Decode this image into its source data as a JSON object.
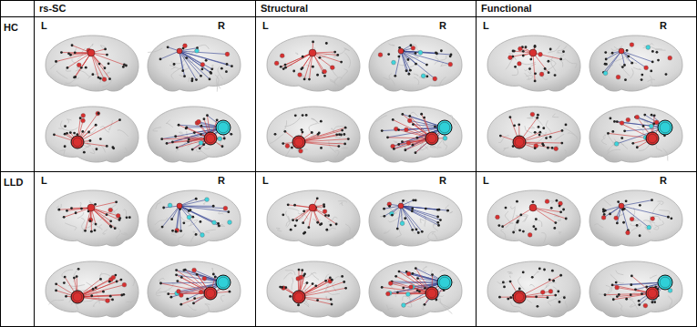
{
  "diagram": {
    "labels": [
      "rs-SC",
      "Structural",
      "Functional",
      "HC",
      "L",
      "R",
      "L",
      "R",
      "L",
      "R",
      "LLD",
      "L",
      "R",
      "L",
      "R",
      "L",
      "R"
    ]
  }
}
